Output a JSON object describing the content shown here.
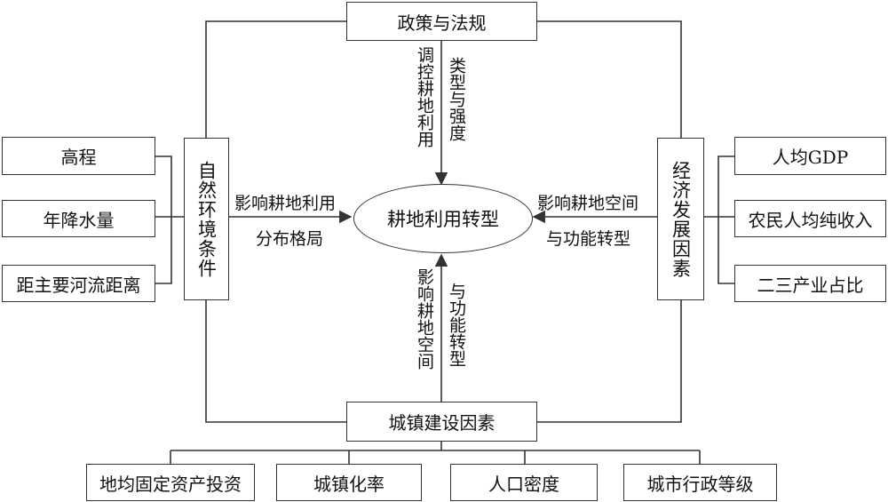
{
  "center": "耕地利用转型",
  "policy": "政策与法规",
  "natural": "自然环境条件",
  "economic": "经济发展因素",
  "urban": "城镇建设因素",
  "natural_factors": [
    "高程",
    "年降水量",
    "距主要河流距离"
  ],
  "economic_factors": [
    "人均GDP",
    "农民人均纯收入",
    "二三产业占比"
  ],
  "urban_factors": [
    "地均固定资产投资",
    "城镇化率",
    "人口密度",
    "城市行政等级"
  ],
  "labels": {
    "policy_left": "调控耕地利用",
    "policy_right": "类型与强度",
    "natural_line1": "影响耕地利用",
    "natural_line2": "分布格局",
    "economic_line1": "影响耕地空间",
    "economic_line2": "与功能转型",
    "urban_left": "影响耕地空间",
    "urban_right": "与功能转型"
  }
}
